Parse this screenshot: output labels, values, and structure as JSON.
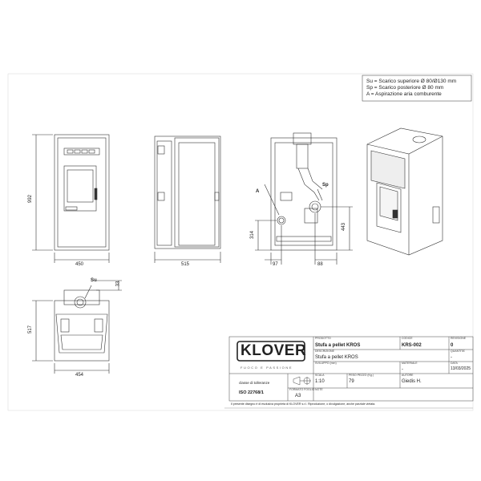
{
  "legend": [
    "Su = Scarico superiore Ø 80/Ø130 mm",
    "Sp = Scarico posteriore Ø 80 mm",
    "A = Aspirazione aria comburente"
  ],
  "dimensions": {
    "front_height": "992",
    "front_width": "450",
    "side_depth": "515",
    "rear_a_height": "314",
    "rear_sp_height": "443",
    "rear_a_offset": "97",
    "rear_sp_offset": "88",
    "top_su_offset": "33",
    "top_depth": "517",
    "top_width": "454"
  },
  "labels": {
    "a": "A",
    "sp": "Sp",
    "su": "Su"
  },
  "title_block": {
    "logo": "KLOVER",
    "tagline": "FUOCO E PASSIONE",
    "prodotto_label": "PRODOTTO",
    "prodotto": "Stufa a pellet KROS",
    "codice_label": "CODICE",
    "codice": "KRS-002",
    "revisione_label": "REVISIONE",
    "revisione": "0",
    "descrizione_label": "DESCRIZIONE",
    "descrizione": "Stufa a pellet KROS",
    "quantita_label": "QUANTITA'",
    "quantita": "-",
    "sviluppo_label": "SVILUPPO (mm)",
    "materiale_label": "MATERIALE",
    "materiale": "-",
    "data_label": "DATA",
    "data": "13/03/2025",
    "tolleranze_label": "classe di tolleranze",
    "tolleranze": "ISO 22768/1",
    "scala_label": "SCALA",
    "scala": "1:10",
    "peso_label": "PESO PEZZO (Kg.)",
    "peso": "79",
    "autore_label": "AUTORE",
    "autore": "Giedis H.",
    "formato_label": "FORMATO FOGLIO",
    "formato": "A3",
    "note_label": "NOTE",
    "footer": "Il presente disegno è di esclusiva proprietà di KLOVER s.r.l. Riproduzione, o divulgazione, anche parziale vietata."
  }
}
